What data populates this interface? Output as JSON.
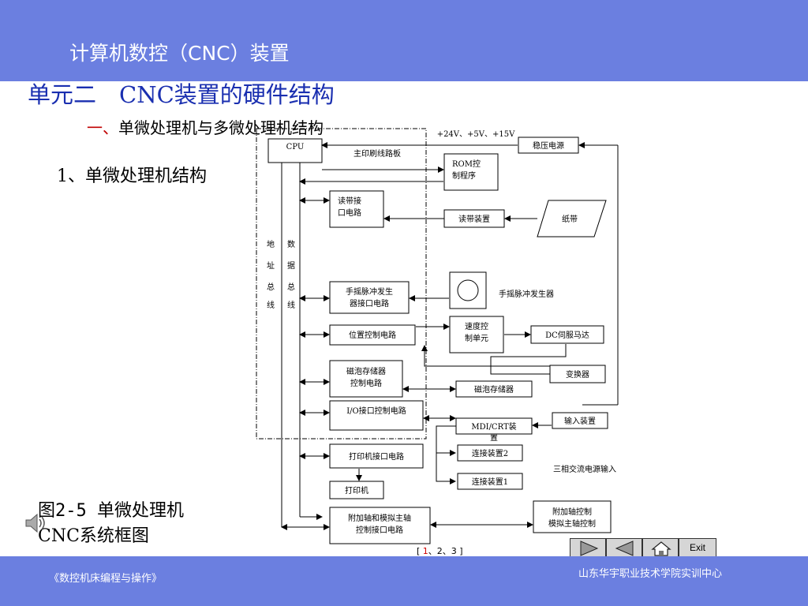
{
  "header": {
    "title": "计算机数控（CNC）装置"
  },
  "unit_title": "单元二　CNC装置的硬件结构",
  "section": {
    "number": "一、",
    "title": "单微处理机与多微处理机结构"
  },
  "subsection": "1、单微处理机结构",
  "caption": {
    "line1": "图2-5  单微处理机",
    "line2": "CNC系统框图"
  },
  "diagram": {
    "cpu": "CPU",
    "power_voltages": "+24V、+5V、+15V",
    "board": "主印刷线路板",
    "rom": [
      "ROM控",
      "制程序"
    ],
    "tape_interface": [
      "读带接",
      "口电路"
    ],
    "tape_reader": "读带装置",
    "tape": "纸带",
    "stabilized_power": "稳压电源",
    "address_bus": [
      "地",
      "址",
      "总",
      "线"
    ],
    "data_bus": [
      "数",
      "据",
      "总",
      "线"
    ],
    "handwheel_interface": [
      "手摇脉冲发生",
      "器接口电路"
    ],
    "handwheel": "手摇脉冲发生器",
    "position_control": "位置控制电路",
    "speed_control": [
      "速度控",
      "制单元"
    ],
    "dc_servo": "DC伺服马达",
    "converter": "变换器",
    "bubble_controller": [
      "磁泡存储器",
      "控制电路"
    ],
    "bubble_memory": "磁泡存储器",
    "io_interface": "I/O接口控制电路",
    "mdi_crt": [
      "MDI/CRT装",
      "置"
    ],
    "input_device": "输入装置",
    "printer_interface": "打印机接口电路",
    "connector2": "连接装置2",
    "connector1": "连接装置1",
    "three_phase": "三相交流电源输入",
    "printer": "打印机",
    "aux_axis_interface": [
      "附加轴和模拟主轴",
      "控制接口电路"
    ],
    "aux_axis_control": [
      "附加轴控制",
      "模拟主轴控制"
    ]
  },
  "pagination": {
    "open": "[ ",
    "current": "1",
    "rest": "、2、3 ]"
  },
  "nav": {
    "exit": "Exit"
  },
  "footer": {
    "left": "《数控机床编程与操作》",
    "right": "山东华宇职业技术学院实训中心"
  },
  "colors": {
    "bar": "#6b7fe0",
    "title": "#1a2fb0",
    "accent": "#c00000"
  }
}
